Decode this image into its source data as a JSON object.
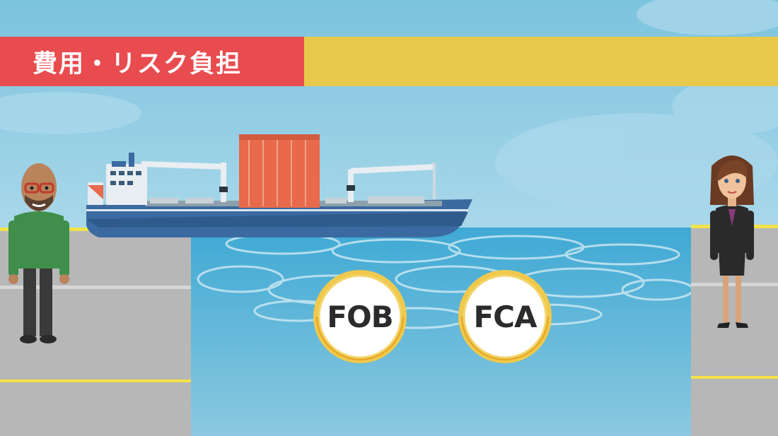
{
  "banner": {
    "title": "費用・リスク負担",
    "colors": {
      "red": "#e84c4f",
      "yellow": "#e8c94b"
    }
  },
  "badges": [
    {
      "label": "FOB"
    },
    {
      "label": "FCA"
    }
  ],
  "colors": {
    "sky": "#8ccbe0",
    "sea": "#5db6d8",
    "dock": "#b9b9b9",
    "dock_line": "#f3e24a",
    "ship_hull": "#3a6aa0",
    "container": "#e8694b",
    "badge_ring": "#e9b935"
  },
  "icons": [
    "cargo-ship-illustration",
    "man-character",
    "woman-character",
    "container-icon"
  ]
}
